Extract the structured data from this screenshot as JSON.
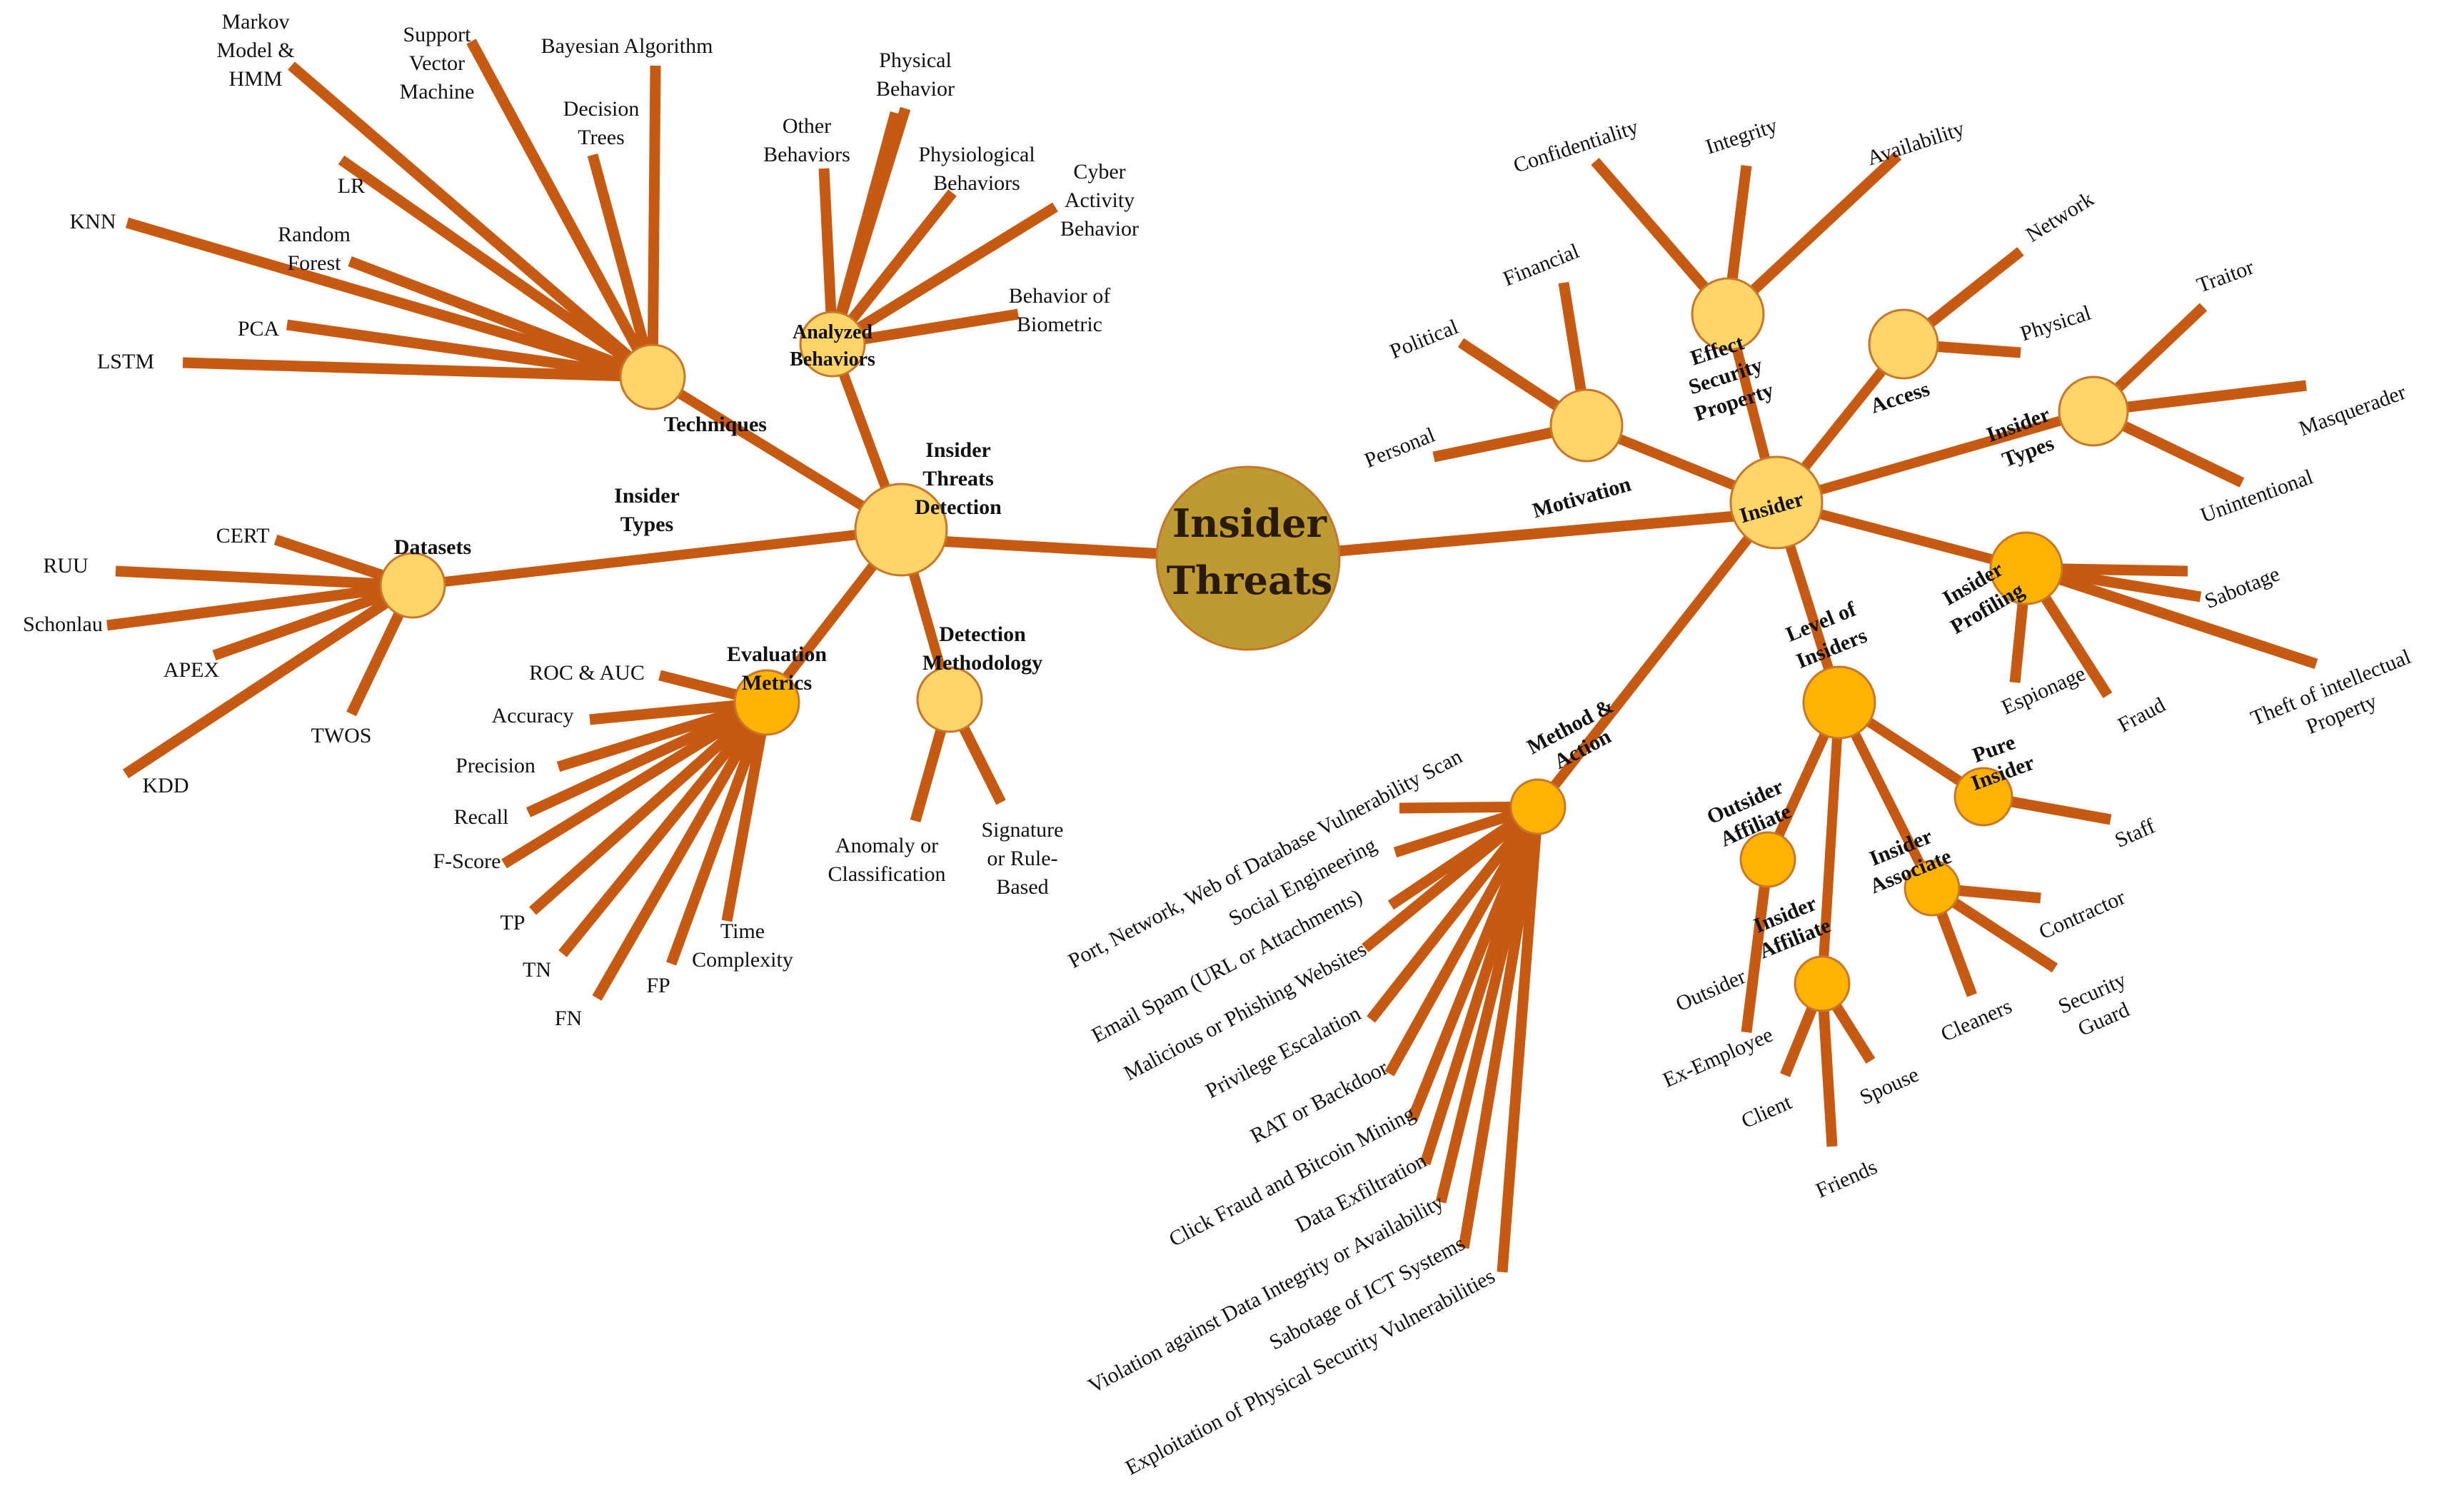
{
  "colors": {
    "edge": "#c65a12",
    "node_light": "#ffd56a",
    "node_dark": "#ffb300",
    "root_fill": "#bd9a32",
    "root_stroke": "#b4511b"
  },
  "root": {
    "label_line1": "Insider",
    "label_line2": "Threats"
  },
  "left_branch": {
    "hub": [
      "Insider",
      "Threats",
      "Detection"
    ],
    "floating_label": [
      "Insider",
      "Types"
    ],
    "techniques": {
      "label": "Techniques",
      "items": [
        "Bayesian Algorithm",
        [
          "Support",
          "Vector",
          "Machine"
        ],
        [
          "Markov",
          "Model &",
          "HMM"
        ],
        [
          "Decision",
          "Trees"
        ],
        "LR",
        "KNN",
        [
          "Random",
          "Forest"
        ],
        "PCA",
        "LSTM"
      ]
    },
    "analyzed_behaviors": {
      "label": [
        "Analyzed",
        "Behaviors"
      ],
      "items": [
        [
          "Other",
          "Behaviors"
        ],
        [
          "Physical",
          "Behavior"
        ],
        [
          "Physiological",
          "Behaviors"
        ],
        [
          "Cyber",
          "Activity",
          "Behavior"
        ],
        [
          "Behavior of",
          "Biometric"
        ]
      ]
    },
    "datasets": {
      "label": "Datasets",
      "items": [
        "CERT",
        "RUU",
        "Schonlau",
        "APEX",
        "KDD",
        "TWOS"
      ]
    },
    "evaluation_metrics": {
      "label": [
        "Evaluation",
        "Metrics"
      ],
      "items": [
        "ROC & AUC",
        "Accuracy",
        "Precision",
        "Recall",
        "F-Score",
        "TP",
        "TN",
        "FN",
        "FP",
        [
          "Time",
          "Complexity"
        ]
      ]
    },
    "detection_methodology": {
      "label": [
        "Detection",
        "Methodology"
      ],
      "items": [
        [
          "Anomaly or",
          "Classification"
        ],
        [
          "Signature",
          "or Rule-",
          "Based"
        ]
      ]
    }
  },
  "right_branch": {
    "hub": "Insider",
    "motivation": {
      "label": "Motivation",
      "items": [
        "Political",
        "Financial",
        "Personal"
      ]
    },
    "effect_security_property": {
      "label": [
        "Effect",
        "Security",
        "Property"
      ],
      "items": [
        "Confidentiality",
        "Integrity",
        "Availability"
      ]
    },
    "access": {
      "label": "Access",
      "items": [
        "Network",
        "Physical"
      ]
    },
    "insider_types": {
      "label": [
        "Insider",
        "Types"
      ],
      "items": [
        "Traitor",
        "Masquerader",
        "Unintentional"
      ]
    },
    "insider_profiling": {
      "label": [
        "Insider",
        "Profiling"
      ],
      "items": [
        "Sabotage",
        [
          "Theft of intellectual",
          "Property"
        ],
        "Fraud",
        "Espionage"
      ]
    },
    "level_of_insiders": {
      "label": [
        "Level of",
        "Insiders"
      ],
      "pure_insider": {
        "label": [
          "Pure",
          "Insider"
        ],
        "items": [
          "Staff"
        ]
      },
      "insider_associate": {
        "label": [
          "Insider",
          "Associate"
        ],
        "items": [
          "Contractor",
          [
            "Security",
            "Guard"
          ],
          "Cleaners"
        ]
      },
      "insider_affiliate": {
        "label": [
          "Insider",
          "Affiliate"
        ],
        "items": [
          "Spouse",
          "Friends",
          "Client"
        ]
      },
      "outsider_affiliate": {
        "label": [
          "Outsider",
          "Affiliate"
        ],
        "items": [
          "Outsider",
          "Ex-Employee"
        ]
      }
    },
    "method_action": {
      "label": [
        "Method &",
        "Action"
      ],
      "items": [
        "Port, Network, Web of Database Vulnerability Scan",
        "Social Engineering",
        "Email Spam (URL or Attachments)",
        "Malicious or Phishing Websites",
        "Privilege Escalation",
        "RAT or Backdoor",
        "Click Fraud and Bitcoin Mining",
        "Data Exfiltration",
        "Violation against Data Integrity or Availability",
        "Sabotage of ICT Systems",
        "Exploitation of Physical Security Vulnerabilities"
      ]
    }
  }
}
